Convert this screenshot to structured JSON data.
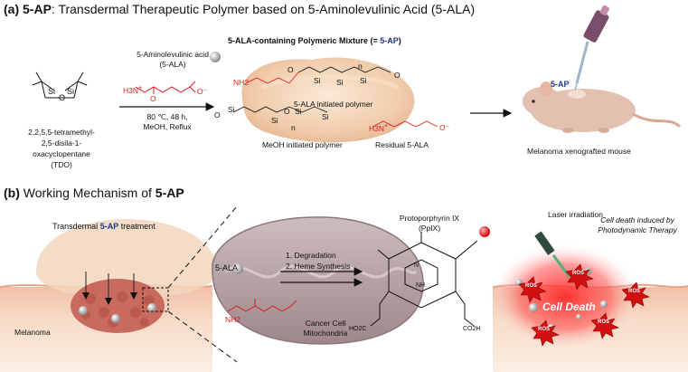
{
  "panel_a": {
    "label": "(a)",
    "title_bold": "5-AP",
    "title_rest": ": Transdermal Therapeutic Polymer based on 5-Aminolevulinic Acid (5-ALA)",
    "tdo_label": [
      "2,2,5,5-tetramethyl-",
      "2,5-disila-1-",
      "oxacyclopentane",
      "(TDO)"
    ],
    "ala_label": [
      "5-Aminolevulinic acid",
      "(5-ALA)"
    ],
    "conditions": [
      "80 ℃, 48 h,",
      "MeOH, Reflux"
    ],
    "mixture_title_prefix": "5-ALA-containing Polymeric Mixture (= ",
    "mixture_title_ap": "5-AP",
    "mixture_title_suffix": ")",
    "ala_initiated": "5-ALA initiated polymer",
    "meoh_initiated": "MeOH initiated polymer",
    "residual": "Residual 5-ALA",
    "mouse_ap_label": "5-AP",
    "mouse_label": "Melanoma xenografted mouse"
  },
  "panel_b": {
    "label": "(b)",
    "title_rest": " Working Mechanism of ",
    "title_bold": "5-AP",
    "treatment_prefix": "Transdermal ",
    "treatment_ap": "5-AP",
    "treatment_suffix": " treatment",
    "melanoma": "Melanoma",
    "ala_label": "5-ALA",
    "steps": [
      "1.  Degradation",
      "2.  Heme Synthesis"
    ],
    "mito_label": [
      "Cancer Cell",
      "Mitochondria"
    ],
    "ppix_label": [
      "Protoporphyrin IX",
      "(PpIX)"
    ],
    "laser": "Laser irradiation",
    "cell_death_caption": [
      "Cell death induced by",
      "Photodynamic Therapy"
    ],
    "cell_death": "Cell Death",
    "ros": "ROS"
  },
  "chem": {
    "si": "Si",
    "o": "O",
    "n": "n",
    "nh2": "NH2",
    "h3n": "H3N",
    "plus": "+",
    "ominus": "O⁻",
    "ho2c": "HO2C",
    "co2h": "CO2H",
    "nh": "NH",
    "n_atom": "N"
  },
  "colors": {
    "ala_red": "#e01818",
    "ap_blue": "#1f3a8a",
    "skin_top": "#f3c9b0",
    "skin_mid": "#f7dcc6",
    "tumor": "#c96a5e",
    "blob": "#efc7a3",
    "mito": "#b9a3a6",
    "ros_red": "#d11111"
  }
}
